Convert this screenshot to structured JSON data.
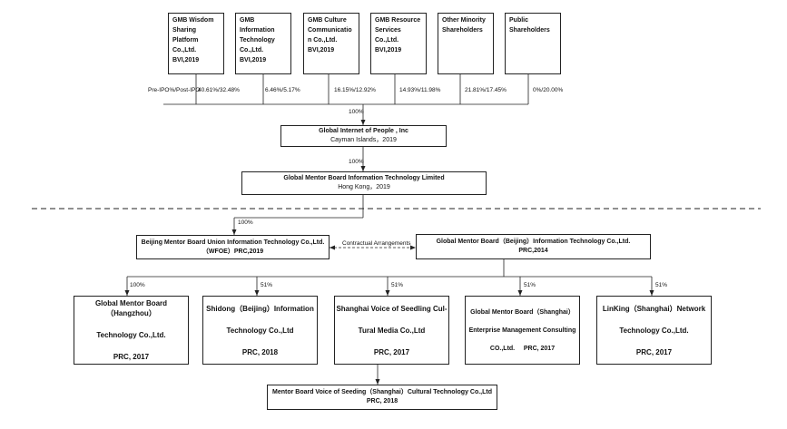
{
  "shareholders": [
    {
      "name_lines": [
        "GMB  Wisdom",
        "Sharing",
        "Platform",
        "Co.,Ltd."
      ],
      "place": "BVI,2019",
      "stake": "40.61%/32.48%"
    },
    {
      "name_lines": [
        "GMB",
        "Information",
        "Technology",
        "Co.,Ltd."
      ],
      "place": "BVI,2019",
      "stake": "6.46%/5.17%"
    },
    {
      "name_lines": [
        "GMB Culture",
        "Communicatio",
        "n Co.,Ltd."
      ],
      "place": "BVI,2019",
      "stake": "16.15%/12.92%"
    },
    {
      "name_lines": [
        "GMB  Resource",
        "Services",
        "Co.,Ltd."
      ],
      "place": "BVI,2019",
      "stake": "14.93%/11.98%"
    },
    {
      "name_lines": [
        "Other Minority",
        "Shareholders"
      ],
      "place": "",
      "stake": "21.81%/17.45%"
    },
    {
      "name_lines": [
        "Public",
        "Shareholders"
      ],
      "place": "",
      "stake": "0%/20.00%"
    }
  ],
  "stake_header": "Pre-IPO%/Post-IPO",
  "global_inc": {
    "name": "Global Internet of People , Inc",
    "place": "Cayman Islands，2019",
    "stake": "100%"
  },
  "global_hk": {
    "name": "Global Mentor Board Information Technology Limited",
    "place": "Hong Kong，2019",
    "stake": "100%"
  },
  "wfoe": {
    "name": "Beijing Mentor Board Union Information Technology Co.,Ltd.",
    "place": "（WFOE）PRC,2019",
    "stake": "100%"
  },
  "vie": {
    "name": "Global Mentor Board（Beijing）Information Technology Co.,Ltd.",
    "place": "PRC,2014"
  },
  "contractual": "Contractual Arrangements",
  "subsidiaries": [
    {
      "lines": [
        "Global Mentor Board（Hangzhou）",
        "Technology Co.,Ltd.",
        "PRC, 2017"
      ],
      "stake": "100%"
    },
    {
      "lines": [
        "Shidong（Beijing）Information",
        "Technology Co.,Ltd",
        "PRC, 2018"
      ],
      "stake": "51%"
    },
    {
      "lines": [
        "Shanghai Voice of Seedling Cul-",
        "Tural Media Co.,Ltd",
        "PRC, 2017"
      ],
      "stake": "51%"
    },
    {
      "lines": [
        "Global Mentor Board（Shanghai）",
        "Enterprise Management Consulting",
        "CO.,Ltd.     PRC, 2017"
      ],
      "stake": "51%"
    },
    {
      "lines": [
        "LinKing（Shanghai）Network",
        "Technology Co.,Ltd.",
        "PRC, 2017"
      ],
      "stake": "51%"
    }
  ],
  "bottom": {
    "name": "Mentor Board Voice of Seeding（Shanghai）Cultural Technology Co.,Ltd",
    "place": "PRC, 2018"
  }
}
